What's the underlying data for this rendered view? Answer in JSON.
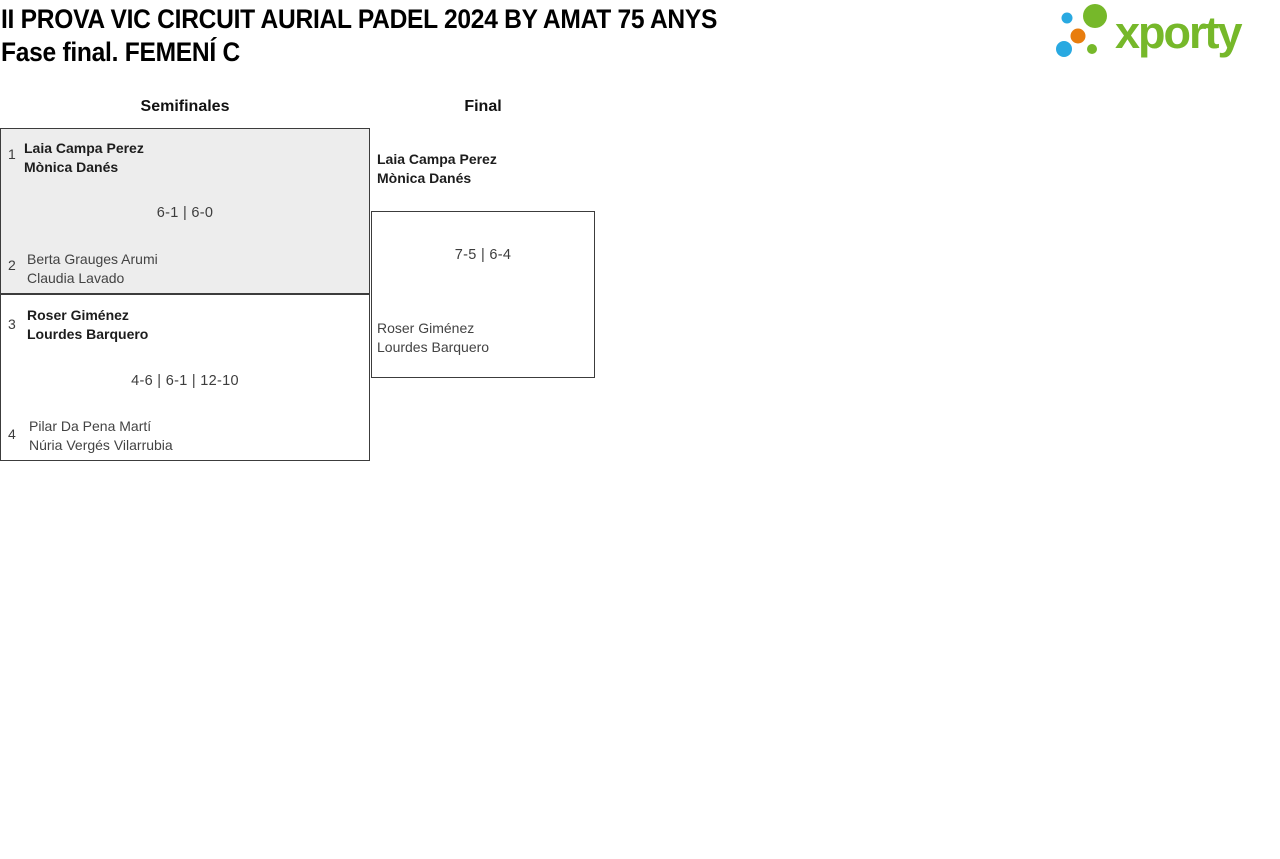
{
  "header": {
    "title": "II PROVA VIC CIRCUIT AURIAL PADEL 2024 BY AMAT 75 ANYS",
    "subtitle": "Fase final. FEMENÍ C",
    "logo_text": "xporty"
  },
  "brand_colors": {
    "green": "#76b82a",
    "blue": "#29a9e1",
    "orange": "#e87d0e",
    "match_highlight_gray": "#ededed",
    "border_dark": "#3c3c3c"
  },
  "bracket": {
    "rounds": [
      {
        "label": "Semifinales"
      },
      {
        "label": "Final"
      }
    ],
    "matches": {
      "semifinal1": {
        "team1": {
          "seed": "1",
          "players": [
            "Laia Campa Perez",
            "Mònica Danés"
          ],
          "winner": true
        },
        "score": "6-1 | 6-0",
        "team2": {
          "seed": "2",
          "players": [
            "Berta Grauges Arumi",
            "Claudia Lavado"
          ],
          "winner": false
        }
      },
      "semifinal2": {
        "team1": {
          "seed": "3",
          "players": [
            "Roser Giménez",
            "Lourdes Barquero"
          ],
          "winner": true
        },
        "score": "4-6 | 6-1 | 12-10",
        "team2": {
          "seed": "4",
          "players": [
            "Pilar Da Pena Martí",
            "Núria Vergés Vilarrubia"
          ],
          "winner": false
        }
      },
      "final": {
        "team1": {
          "players": [
            "Laia Campa Perez",
            "Mònica Danés"
          ],
          "winner": true
        },
        "score": "7-5 | 6-4",
        "team2": {
          "players": [
            "Roser Giménez",
            "Lourdes Barquero"
          ],
          "winner": false
        }
      }
    }
  }
}
